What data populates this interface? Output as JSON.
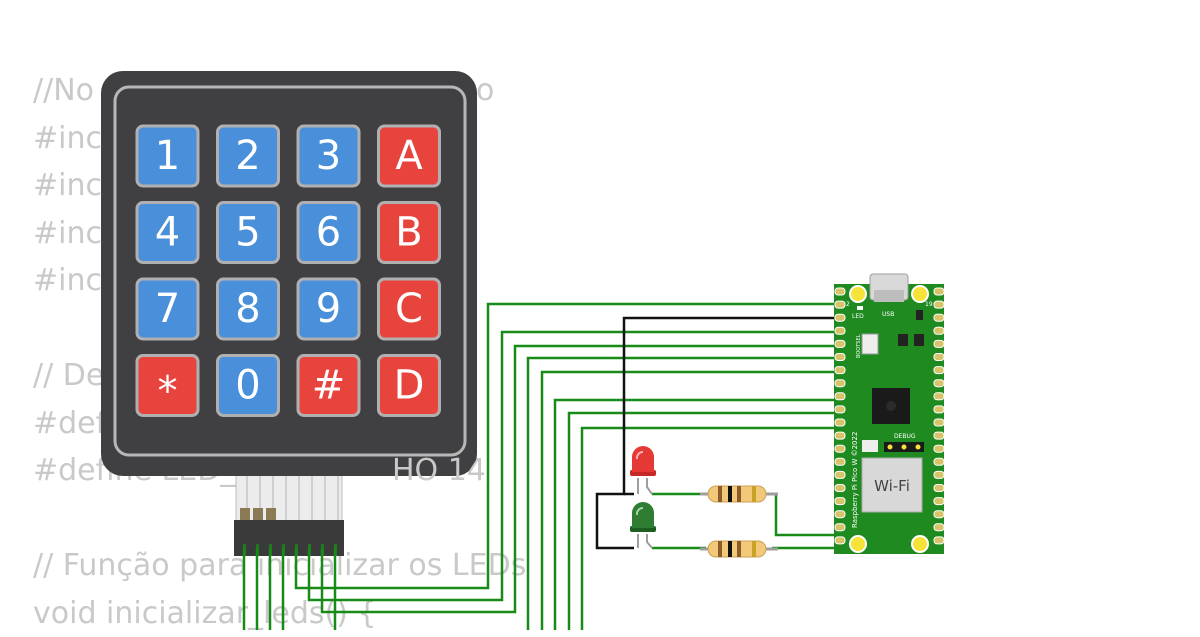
{
  "code_lines": [
    "//No",
    "#incl",
    "#incl",
    "#incl",
    "#incl",
    "",
    "// De",
    "#def",
    "#define LED_",
    "",
    "// Função para inicializar os LEDs",
    "void inicializar_leds() {"
  ],
  "code_fragments": {
    "line1_right": "o",
    "line9_right": "HO 14"
  },
  "keypad": {
    "keys": [
      {
        "label": "1",
        "color": "blue"
      },
      {
        "label": "2",
        "color": "blue"
      },
      {
        "label": "3",
        "color": "blue"
      },
      {
        "label": "A",
        "color": "red"
      },
      {
        "label": "4",
        "color": "blue"
      },
      {
        "label": "5",
        "color": "blue"
      },
      {
        "label": "6",
        "color": "blue"
      },
      {
        "label": "B",
        "color": "red"
      },
      {
        "label": "7",
        "color": "blue"
      },
      {
        "label": "8",
        "color": "blue"
      },
      {
        "label": "9",
        "color": "blue"
      },
      {
        "label": "C",
        "color": "red"
      },
      {
        "label": "*",
        "color": "red"
      },
      {
        "label": "0",
        "color": "blue"
      },
      {
        "label": "#",
        "color": "red"
      },
      {
        "label": "D",
        "color": "red"
      }
    ]
  },
  "board": {
    "name": "Raspberry Pi Pico W ©2022",
    "wifi_label": "Wi-Fi",
    "debug_label": "DEBUG",
    "led_label": "LED",
    "usb_label": "USB",
    "bootsel_label": "BOOTSEL",
    "pin_top_left": "2",
    "pin_top_right": "19"
  },
  "leds": [
    {
      "name": "red-led",
      "color": "#e53935"
    },
    {
      "name": "green-led",
      "color": "#2e7d32"
    }
  ],
  "colors": {
    "blue_key": "#4a8fd9",
    "red_key": "#e8443e",
    "keypad_body": "#404043",
    "wire_green": "#178a17",
    "wire_black": "#111111",
    "pcb": "#1f8a1f",
    "code_text": "#c9c9c9"
  }
}
